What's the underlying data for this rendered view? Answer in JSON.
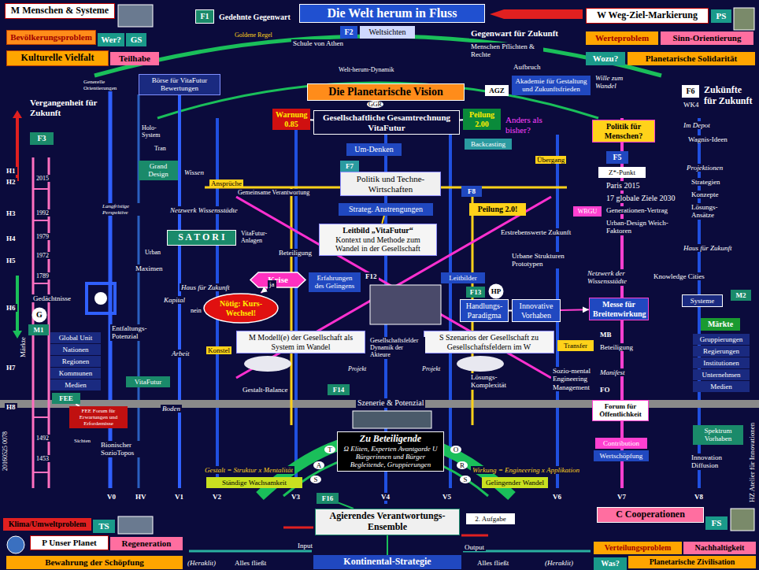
{
  "diagram": {
    "title": "Die Welt herum in Fluss",
    "nodes": [
      {
        "text": [
          "M Menschen & Systeme"
        ]
      },
      {
        "text": [
          "Bevölkerungsproblem"
        ]
      },
      {
        "text": [
          "Wer?"
        ]
      },
      {
        "text": [
          "GS"
        ]
      },
      {
        "text": [
          "Kulturelle Vielfalt"
        ]
      },
      {
        "text": [
          "Teilhabe"
        ]
      },
      {
        "text": [
          "W Weg-Ziel-Markierung"
        ]
      },
      {
        "text": [
          "PS"
        ]
      },
      {
        "text": [
          "Werteproblem"
        ]
      },
      {
        "text": [
          "Sinn-Orientierung"
        ]
      },
      {
        "text": [
          "Wozu?"
        ]
      },
      {
        "text": [
          "Planetarische Solidarität"
        ]
      },
      {
        "text": [
          "F1"
        ]
      },
      {
        "text": [
          "F2"
        ]
      },
      {
        "text": [
          "Weltsichten"
        ]
      },
      {
        "text": [
          "Börse für VitaFutur Bewertungen"
        ]
      },
      {
        "text": [
          "Die Planetarische Vision"
        ]
      },
      {
        "text": [
          "Warnung",
          "0.85"
        ]
      },
      {
        "text": [
          "Gesellschaftliche Gesamtrechnung VitaFutur"
        ]
      },
      {
        "text": [
          "Peilung",
          "2.00"
        ]
      },
      {
        "text": [
          "Backcasting"
        ]
      },
      {
        "text": [
          "AGZ"
        ]
      },
      {
        "text": [
          "Akademie für Gestaltung und Zukunftsfrieden"
        ]
      },
      {
        "text": [
          "Um-Denken"
        ]
      },
      {
        "text": [
          "Politik für Menschen?"
        ]
      },
      {
        "text": [
          "F5"
        ]
      },
      {
        "text": [
          "F7"
        ]
      },
      {
        "text": [
          "Politik und Techne-Wirtschaften"
        ]
      },
      {
        "text": [
          "F8"
        ]
      },
      {
        "text": [
          "Strateg. Anstrengungen"
        ]
      },
      {
        "text": [
          "Peilung 2.0!"
        ]
      },
      {
        "text": [
          "Leitbild „VitaFutur“",
          "Kontext und Methode zum Wandel in der Gesellschaft"
        ]
      },
      {
        "text": [
          "Krise"
        ]
      },
      {
        "text": [
          "Nötig: Kurs-Wechsel!"
        ]
      },
      {
        "text": [
          "Erfahrungen des Gelingens"
        ]
      },
      {
        "text": [
          "Leitbilder"
        ]
      },
      {
        "text": [
          "Handlungs-Paradigma"
        ]
      },
      {
        "text": [
          "Innovative Vorhaben"
        ]
      },
      {
        "text": [
          "M Modell(e) der Gesellschaft als System im Wandel"
        ]
      },
      {
        "text": [
          "S Szenarios der Gesellschaft zu Gesellschaftsfeldern im W"
        ]
      },
      {
        "text": [
          "Transfer"
        ]
      },
      {
        "text": [
          "Messe für Breitenwirkung"
        ]
      },
      {
        "text": [
          "Forum für Öffentlichkeit"
        ]
      },
      {
        "text": [
          "Contribution"
        ]
      },
      {
        "text": [
          "Wertschöpfung"
        ]
      },
      {
        "text": [
          "Zu Beteiligende",
          "Ω Eliten, Experten Avantgarde U",
          "Bürgerinnen und Bürger Begleitende, Gruppierungen"
        ]
      },
      {
        "text": [
          "Ständige Wachsamkeit"
        ]
      },
      {
        "text": [
          "Gelingender Wandel"
        ]
      },
      {
        "text": [
          "Agierendes Verantwortungs-Ensemble"
        ]
      },
      {
        "text": [
          "F16"
        ]
      },
      {
        "text": [
          "2. Aufgabe"
        ]
      },
      {
        "text": [
          "Kontinental-Strategie"
        ]
      },
      {
        "text": [
          "Klima/Umweltproblem"
        ]
      },
      {
        "text": [
          "TS"
        ]
      },
      {
        "text": [
          "P Unser Planet"
        ]
      },
      {
        "text": [
          "Regeneration"
        ]
      },
      {
        "text": [
          "Bewahrung der Schöpfung"
        ]
      },
      {
        "text": [
          "C Cooperationen"
        ]
      },
      {
        "text": [
          "FS"
        ]
      },
      {
        "text": [
          "Verteilungsproblem"
        ]
      },
      {
        "text": [
          "Nachhaltigkeit"
        ]
      },
      {
        "text": [
          "Was?"
        ]
      },
      {
        "text": [
          "Planetarische Zivilisation"
        ]
      },
      {
        "text": [
          "F3"
        ]
      },
      {
        "text": [
          "Grand Design"
        ]
      },
      {
        "text": [
          "S A T O R I"
        ]
      },
      {
        "text": [
          "FEE"
        ]
      },
      {
        "text": [
          "FEE Forum für Erwartungen und Erfordernisse"
        ]
      },
      {
        "text": [
          "Global Unit"
        ]
      },
      {
        "text": [
          "Nationen"
        ]
      },
      {
        "text": [
          "Regionen"
        ]
      },
      {
        "text": [
          "Kommunen"
        ]
      },
      {
        "text": [
          "Medien"
        ]
      },
      {
        "text": [
          "Märkte"
        ]
      },
      {
        "text": [
          "Gruppierungen"
        ]
      },
      {
        "text": [
          "Regierungen"
        ]
      },
      {
        "text": [
          "Institutionen"
        ]
      },
      {
        "text": [
          "Unternehmen"
        ]
      },
      {
        "text": [
          "Medien"
        ]
      },
      {
        "text": [
          "Spektrum Vorhaben"
        ]
      },
      {
        "text": [
          "F6"
        ]
      },
      {
        "text": [
          "Z*-Punkt"
        ]
      },
      {
        "text": [
          "WBGU"
        ]
      },
      {
        "text": [
          "F13"
        ]
      },
      {
        "text": [
          "HP"
        ]
      },
      {
        "text": [
          "F14"
        ]
      },
      {
        "text": [
          "G"
        ]
      },
      {
        "text": [
          "M1"
        ]
      },
      {
        "text": [
          "M2"
        ]
      },
      {
        "text": [
          "VitaFutur"
        ]
      },
      {
        "text": [
          "Systeme"
        ]
      }
    ],
    "edges": [
      {
        "from": 32,
        "to": 33,
        "arrow": "to",
        "label": "ja"
      },
      {
        "from": 17,
        "to": 18,
        "arrow": "none"
      },
      {
        "from": 18,
        "to": 19,
        "arrow": "none"
      },
      {
        "from": 29,
        "to": 31,
        "arrow": "none"
      },
      {
        "from": 36,
        "to": 37,
        "arrow": "none"
      },
      {
        "from": 37,
        "to": 41,
        "arrow": "to"
      },
      {
        "from": 66,
        "to": 67,
        "arrow": "none"
      },
      {
        "from": 49,
        "to": 48,
        "arrow": "none"
      },
      {
        "from": 48,
        "to": 51,
        "arrow": "none"
      }
    ],
    "labels": [
      "Gedehnte Gegenwart",
      "Goldene Regel",
      "Schule von Athen",
      "Welt-herum-Dynamik",
      "Gegenwart für Zukunft",
      "Menschen Pflichten & Rechte",
      "Aufbruch",
      "Wille zum Wandel",
      "Anders als bisher?",
      "GGR",
      "Vergangenheit für Zukunft",
      "Generelle Orientierungen",
      "Holo-System",
      "Tran",
      "Wissen",
      "Ansprüche",
      "Gemeinsame Verantwortung",
      "Netzwerk Wissensstädte",
      "Langfristige Perspektive",
      "VitaFutur-Anlagen",
      "Urban",
      "Maximen",
      "Haus für Zukunft",
      "Kapital",
      "Gedächtnisse",
      "Entfaltungs-Potenzial",
      "nein",
      "Arbeit",
      "Konstel",
      "Beteiligung",
      "Gesellschaftsfelder Dynamik der Akteure",
      "Projekt",
      "Projekt",
      "Lösungs-Komplexität",
      "Sozio-mental Engineering Management",
      "Gestalt-Balance",
      "Szenerie & Potenzial",
      "Boden",
      "Sichten",
      "Bionischer SozioTopos",
      "Gestalt = Struktur x Mentalität",
      "Wirkung = Engineering x Applikation",
      "T",
      "A",
      "S",
      "O",
      "R",
      "S",
      "Input",
      "Output",
      "(Heraklit)",
      "Alles fließt",
      "Alles fließt",
      "(Heraklit)",
      "Übergang",
      "Erstrebenswerte Zukunft",
      "Urbane Strukturen Prototypen",
      "Paris 2015",
      "17 globale Ziele 2030",
      "Generationen-Vertrag",
      "Urban-Design Weich-Faktoren",
      "Netzwerk der Wissensstädte",
      "Knowledge Cities",
      "MB",
      "Beteiligung",
      "Manifest",
      "FO",
      "Zukünfte für Zukunft",
      "WK4",
      "Im Depot",
      "Wagnis-Ideen",
      "Projektionen",
      "Strategien",
      "Konzepte",
      "Lösungs-Ansätze",
      "Haus für Zukunft",
      "Innovation Diffusion",
      "F12",
      "Märkte",
      "H1",
      "H2",
      "H3",
      "H4",
      "H5",
      "H6",
      "H7",
      "H8",
      "2015",
      "1992",
      "1979",
      "1972",
      "1789",
      "1492",
      "1453",
      "V0",
      "HV",
      "V1",
      "V2",
      "V3",
      "V4",
      "V5",
      "V6",
      "V7",
      "V8",
      "20160525 0078",
      "HZ Atelier für Innovationen"
    ]
  }
}
